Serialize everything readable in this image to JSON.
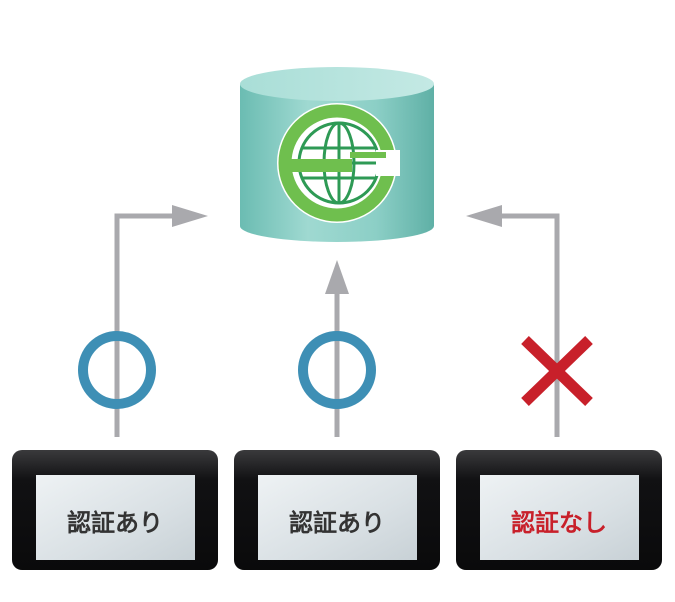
{
  "devices": [
    {
      "label": "認証あり",
      "status": "allowed",
      "label_color": "#333333"
    },
    {
      "label": "認証あり",
      "status": "allowed",
      "label_color": "#333333"
    },
    {
      "label": "認証なし",
      "status": "denied",
      "label_color": "#c8202a"
    }
  ],
  "server": {
    "icon": "globe-e-logo-icon",
    "body_color": "#8fd0c8",
    "logo_color": "#6fbf4e"
  },
  "colors": {
    "arrow": "#a9a9ad",
    "allowed_mark": "#3e8fb5",
    "denied_mark": "#c8202a"
  }
}
